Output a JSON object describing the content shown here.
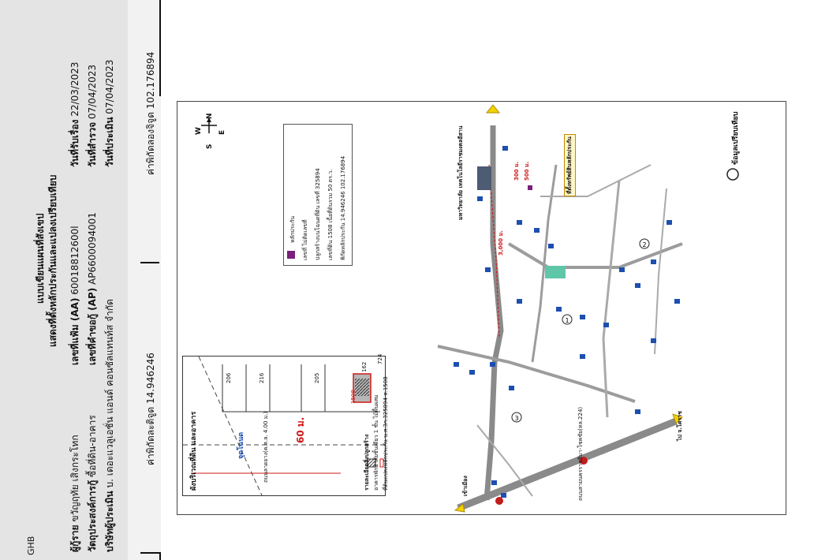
{
  "brand": "GHB",
  "title": {
    "line1": "แบบเขียนแผนที่สังเขป",
    "line2": "แสดงที่ตั้งหลักประกันและแปลงเปรียบเทียบ"
  },
  "fields": {
    "applicant_label": "ผู้กู้ราย",
    "applicant_value": "ขวัญฤทัย เสิงกระโทก",
    "purpose_label": "วัตถุประสงค์การกู้",
    "purpose_value": "ซื้อที่ดิน-อาคาร",
    "appraiser_label": "บริษัทผู้ประเมิน",
    "appraiser_value": "บ. เดอะแวลูเอชั่น แอนด์ คอนซัลแทนท์ส จำกัด",
    "aa_label": "เลขที่แฟ้ม (AA)",
    "aa_value": "60018812600l",
    "ap_label": "เลขที่คำขอกู้ (AP)",
    "ap_value": "AP6600094001",
    "received_label": "วันที่รับเรื่อง",
    "received_value": "22/03/2023",
    "survey_label": "วันที่สำรวจ",
    "survey_value": "07/04/2023",
    "appraisal_label": "วันที่ประเมิน",
    "appraisal_value": "07/04/2023"
  },
  "coordinates": {
    "lat_label": "ค่าพิกัดละติจูด",
    "lat_value": "14.946246",
    "lon_label": "ค่าพิกัดลองจิจูด",
    "lon_value": "102.176894"
  },
  "inset": {
    "title": "ผังบริเวณที่ดิน และอาคาร",
    "distance": "60 ม.",
    "road_label": "ถนนลาดยาง(ค.ส.ล. 4.00 ม.)",
    "lot_numbers": [
      "206",
      "216",
      "205",
      "162",
      "724",
      "1508"
    ],
    "note_title": "รายละเอียดสิ่งปลูกสร้าง",
    "note_building": "อาคารพักอาศัยชั้นเดียว 1 ชั้น ไม้พื้นผสม",
    "note_land": "ที่ดินแปลงหลักประกัน น.ส.3ก.325894 ส.1508",
    "point_label": "จุดโฉนด"
  },
  "legend": {
    "title": "หลักประกัน",
    "rows": [
      {
        "label": "เลขที่",
        "value": "ไม่ติดเลขที่"
      },
      {
        "label": "ปลูกสร้างบนโฉนดที่ดิน เลขที่",
        "value": "325894"
      },
      {
        "label": "เลขที่ดิน 1508  เนื้อที่ดินรวม",
        "value": "50  ตร.ว."
      },
      {
        "label": "พิกัดหลักประกัน 14.946246",
        "value": "102.176894"
      }
    ]
  },
  "map": {
    "north": "N",
    "south": "S",
    "east": "E",
    "west": "W",
    "collateral_label": "ที่ตั้งทรัพย์สินหลักประกัน",
    "dist_300": "300 ม.",
    "dist_500": "500 ม.",
    "dist_3000": "3,000 ม.",
    "to_korat": "ไป จ.โคราช",
    "to_city": "เข้าเมือง",
    "road_label": "ถนนสายนครราชสีมา-โชคชัย(ทล.224)",
    "university": "มหาวิทยาลัย เทคโนโลยีราชมงคลอีสาน",
    "compare_legend": "ข้อมูลเปรียบเทียบ",
    "circle1": "1",
    "circle2": "2",
    "circle3": "3"
  },
  "colors": {
    "panel": "#e4e4e4",
    "road": "#8a8a8a",
    "collateral": "#7a1f7a",
    "marker_blue": "#1c4fb0",
    "arrow_yellow": "#f2d200",
    "red_line": "#d01818"
  }
}
